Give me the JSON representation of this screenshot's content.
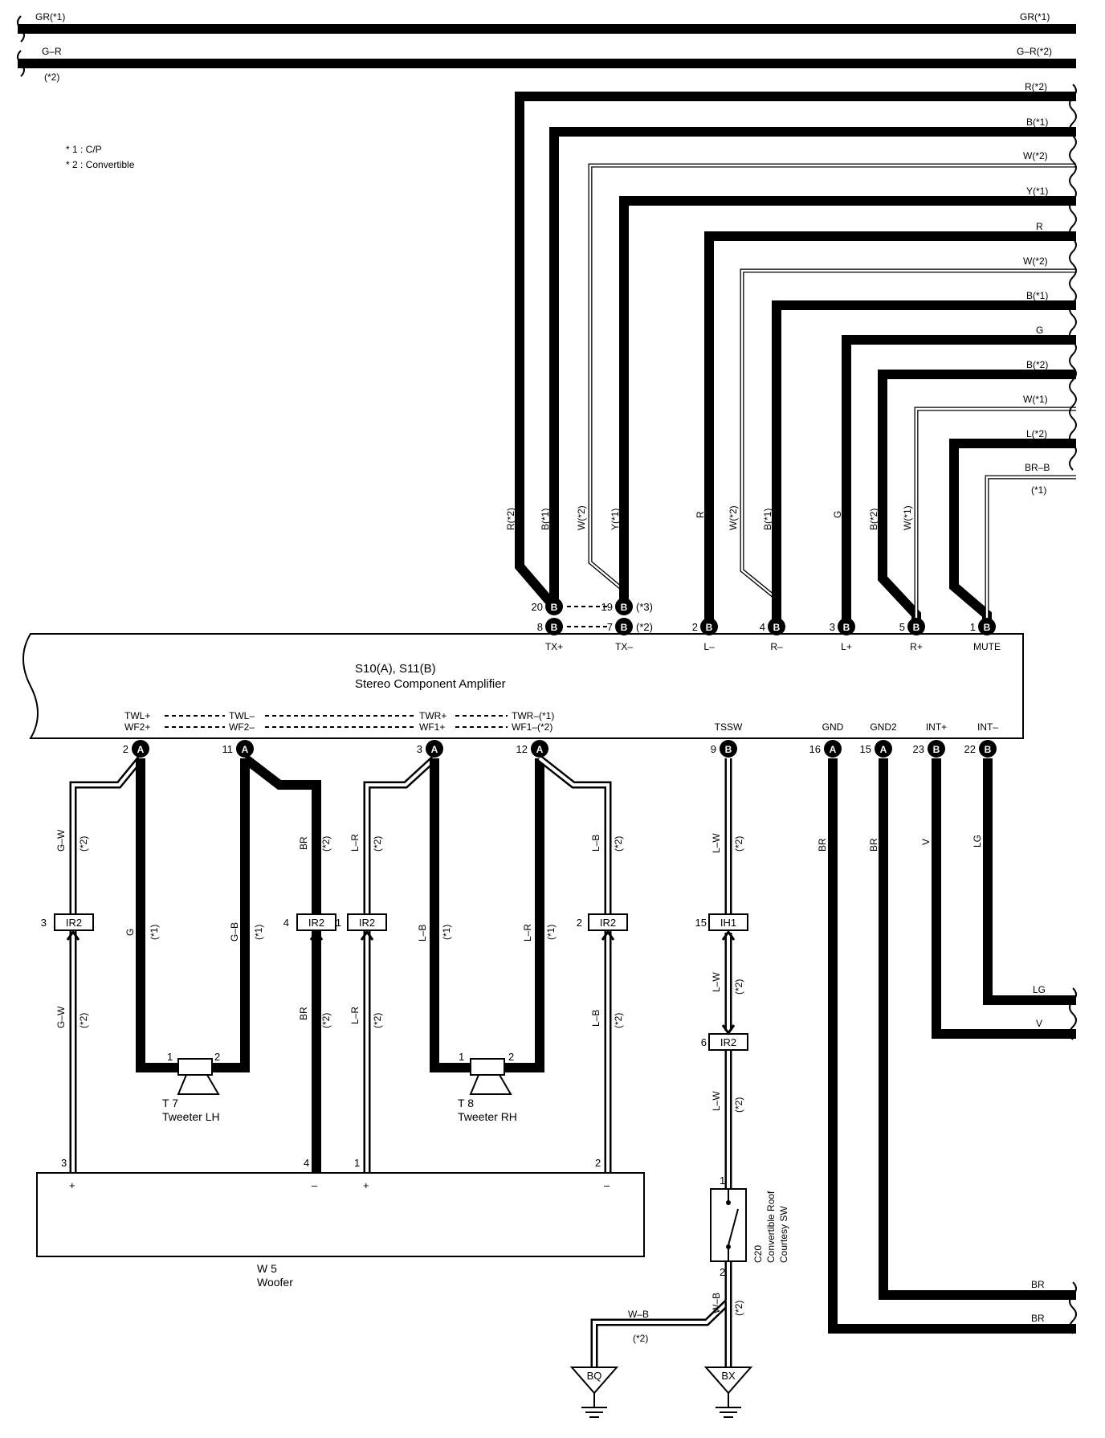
{
  "notes": {
    "n1": "* 1 : C/P",
    "n2": "* 2 : Convertible"
  },
  "top_wires": {
    "gr_left": "GR(*1)",
    "gr_right": "GR(*1)",
    "gr2_left": "G–R",
    "gr2_left_note": "(*2)",
    "gr2_right": "G–R(*2)"
  },
  "right_wires": [
    "R(*2)",
    "B(*1)",
    "W(*2)",
    "Y(*1)",
    "R",
    "W(*2)",
    "B(*1)",
    "G",
    "B(*2)",
    "W(*1)",
    "L(*2)",
    "BR–B",
    "(*1)"
  ],
  "vertical_labels": [
    "R(*2)",
    "B(*1)",
    "W(*2)",
    "Y(*1)",
    "R",
    "W(*2)",
    "B(*1)",
    "G",
    "B(*2)",
    "W(*1)"
  ],
  "amp": {
    "title1": "S10(A), S11(B)",
    "title2": "Stereo Component Amplifier",
    "top_pins": [
      {
        "num": "20",
        "conn": "B"
      },
      {
        "num": "19",
        "conn": "B",
        "note": "(*3)"
      },
      {
        "num": "8",
        "conn": "B"
      },
      {
        "num": "7",
        "conn": "B",
        "note": "(*2)"
      },
      {
        "num": "2",
        "conn": "B"
      },
      {
        "num": "4",
        "conn": "B"
      },
      {
        "num": "3",
        "conn": "B"
      },
      {
        "num": "5",
        "conn": "B"
      },
      {
        "num": "1",
        "conn": "B"
      }
    ],
    "top_terms": [
      "TX+",
      "TX–",
      "L–",
      "R–",
      "L+",
      "R+",
      "MUTE"
    ],
    "bottom_terms": {
      "twl_plus": "TWL+",
      "wf2_plus": "WF2+",
      "twl_minus": "TWL–",
      "wf2_minus": "WF2–",
      "twr_plus": "TWR+",
      "wf1_plus": "WF1+",
      "twr_minus": "TWR–(*1)",
      "wf1_minus": "WF1–(*2)",
      "tssw": "TSSW",
      "gnd": "GND",
      "gnd2": "GND2",
      "intp": "INT+",
      "intm": "INT–"
    },
    "bottom_pins": [
      {
        "num": "2",
        "conn": "A"
      },
      {
        "num": "11",
        "conn": "A"
      },
      {
        "num": "3",
        "conn": "A"
      },
      {
        "num": "12",
        "conn": "A"
      },
      {
        "num": "9",
        "conn": "B"
      },
      {
        "num": "16",
        "conn": "A"
      },
      {
        "num": "15",
        "conn": "A"
      },
      {
        "num": "23",
        "conn": "B"
      },
      {
        "num": "22",
        "conn": "B"
      }
    ]
  },
  "lower_wires": {
    "gw": "G–W",
    "star2": "(*2)",
    "star1": "(*1)",
    "g": "G",
    "gb": "G–B",
    "br": "BR",
    "lr": "L–R",
    "lb": "L–B",
    "lw": "L–W",
    "v": "V",
    "lg": "LG",
    "wb": "W–B"
  },
  "connectors": {
    "ir2": "IR2",
    "ih1": "IH1",
    "pins": {
      "p3": "3",
      "p4": "4",
      "p1": "1",
      "p2": "2",
      "p15": "15",
      "p6": "6"
    }
  },
  "tweeters": {
    "lh_id": "T 7",
    "lh_name": "Tweeter LH",
    "rh_id": "T 8",
    "rh_name": "Tweeter RH",
    "pin1": "1",
    "pin2": "2"
  },
  "woofer": {
    "id": "W 5",
    "name": "Woofer",
    "pins": [
      "3",
      "4",
      "1",
      "2"
    ],
    "signs": [
      "+",
      "–",
      "+",
      "–"
    ]
  },
  "switch": {
    "id": "C20",
    "name1": "Convertible Roof",
    "name2": "Courtesy SW",
    "pin1": "1",
    "pin2": "2"
  },
  "grounds": {
    "bq": "BQ",
    "bx": "BX",
    "note": "(*2)"
  },
  "right_exit": {
    "lg": "LG",
    "v": "V",
    "br1": "BR",
    "br2": "BR"
  }
}
